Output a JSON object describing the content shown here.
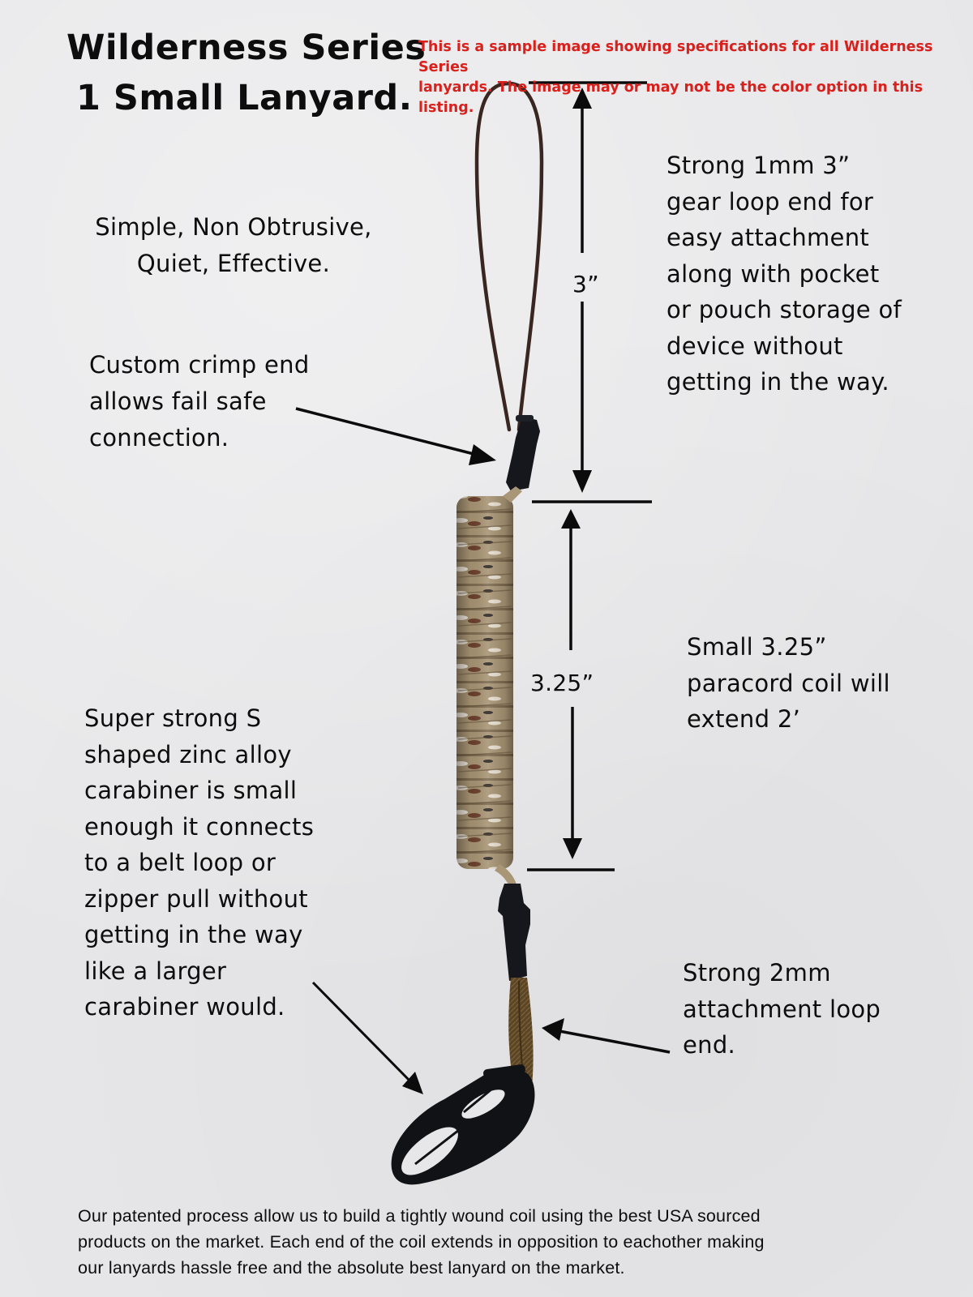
{
  "title": {
    "line1": "Wilderness Series",
    "line2": "1 Small Lanyard."
  },
  "disclaimer": {
    "text": "This is a sample image showing specifications for all Wilderness Series\nlanyards. The image may or may not be the color option in this listing.",
    "color": "#d8201c"
  },
  "tagline": "Simple, Non Obtrusive,\nQuiet, Effective.",
  "callouts": {
    "crimp": "Custom crimp end\nallows fail safe\nconnection.",
    "gear_loop": "Strong 1mm 3”\ngear loop end for\neasy attachment\nalong with pocket\nor pouch storage of\ndevice without\ngetting in the way.",
    "coil": "Small 3.25”\nparacord coil will\nextend 2’",
    "carabiner": "Super strong  S\nshaped zinc alloy\ncarabiner is small\nenough it connects\nto a belt loop or\nzipper pull without\ngetting in the way\nlike a larger\ncarabiner would.",
    "attachment_loop": "Strong 2mm\nattachment loop\nend."
  },
  "dimensions": {
    "loop_length": "3”",
    "coil_length": "3.25”"
  },
  "footer": "Our patented process allow us to build a tightly wound coil using the best USA sourced\nproducts on the market. Each end of the coil extends in opposition to eachother making\nour lanyards hassle free and the absolute best lanyard on the market.",
  "colors": {
    "background": "#e7e7e9",
    "text": "#0d0d0d",
    "loop_cord": "#3a2620",
    "coil_base": "#a38f6c",
    "coil_dark": "#5a3a28",
    "crimp": "#15171c",
    "carabiner": "#111216"
  }
}
